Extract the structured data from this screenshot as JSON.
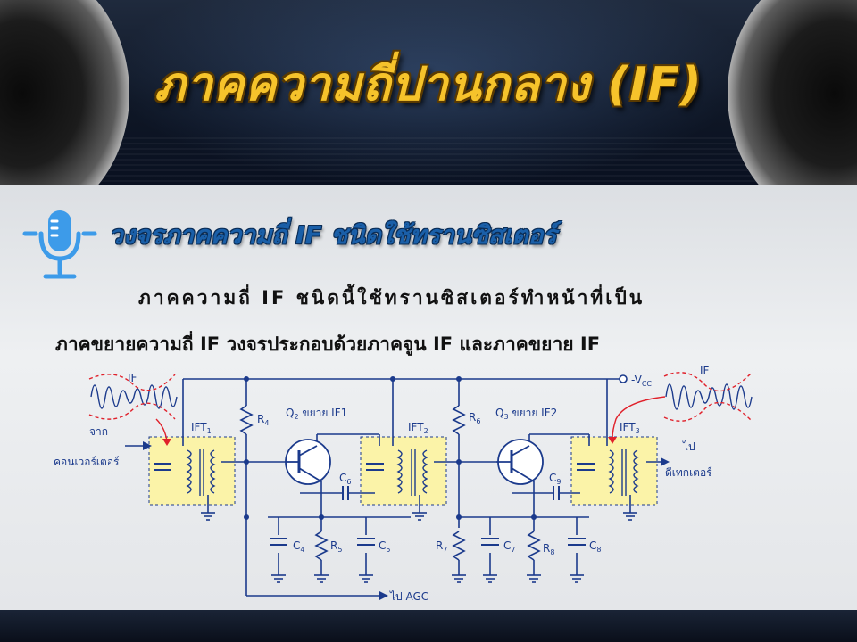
{
  "slide": {
    "title": "ภาคความถี่ปานกลาง (IF)",
    "subtitle": "วงจรภาคความถี่ IF ชนิดใช้ทรานซิสเตอร์",
    "paragraph_line1": "ภาคความถี่ IF ชนิดนี้ใช้ทรานซิสเตอร์ทำหน้าที่เป็น",
    "paragraph_line2": "ภาคขยายความถี่ IF วงจรประกอบด้วยภาคจูน IF และภาคขยาย IF"
  },
  "icons": {
    "microphone": "microphone-icon"
  },
  "colors": {
    "title": "#f6c32b",
    "subtitle": "#1a5fa8",
    "mic": "#3d9be9",
    "circuit_wire": "#1b3a8c",
    "ift_box": "#fbf3a8",
    "signal_arrow": "#e0202a"
  },
  "circuit": {
    "input_signal_label": "IF",
    "output_signal_label": "IF",
    "input_from_line1": "จาก",
    "input_from_line2": "คอนเวอร์เตอร์",
    "output_to_line1": "ไป",
    "output_to_line2": "ดีเทกเตอร์",
    "agc_label": "ไป AGC",
    "vcc_label": "-V",
    "vcc_sub": "CC",
    "ift1": "IFT",
    "ift1_sub": "1",
    "ift2": "IFT",
    "ift2_sub": "2",
    "ift3": "IFT",
    "ift3_sub": "3",
    "q2_label": "Q",
    "q2_sub": "2",
    "q2_desc": " ขยาย IF1",
    "q3_label": "Q",
    "q3_sub": "3",
    "q3_desc": " ขยาย IF2",
    "r4": "R",
    "r4_sub": "4",
    "r5": "R",
    "r5_sub": "5",
    "r6": "R",
    "r6_sub": "6",
    "r7": "R",
    "r7_sub": "7",
    "r8": "R",
    "r8_sub": "8",
    "c4": "C",
    "c4_sub": "4",
    "c5": "C",
    "c5_sub": "5",
    "c6": "C",
    "c6_sub": "6",
    "c7": "C",
    "c7_sub": "7",
    "c8": "C",
    "c8_sub": "8",
    "c9": "C",
    "c9_sub": "9"
  }
}
